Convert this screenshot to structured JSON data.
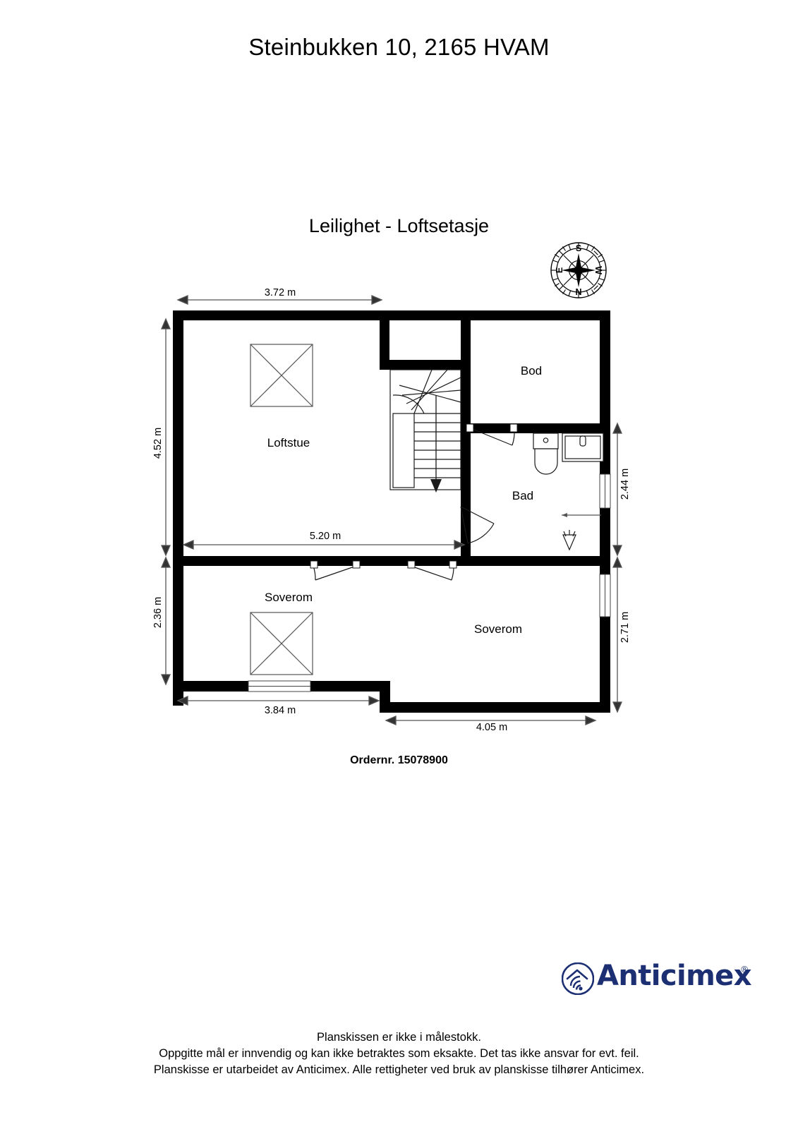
{
  "document": {
    "title": "Steinbukken 10, 2165 HVAM",
    "plan_title": "Leilighet - Loftsetasje",
    "order_number": "Ordernr. 15078900"
  },
  "compass": {
    "north_label": "N",
    "south_label": "S",
    "east_label": "E",
    "west_label": "W"
  },
  "rooms": [
    {
      "name": "Loftstue",
      "label": "Loftstue"
    },
    {
      "name": "Bod",
      "label": "Bod"
    },
    {
      "name": "Bad",
      "label": "Bad"
    },
    {
      "name": "Soverom 1",
      "label": "Soverom"
    },
    {
      "name": "Soverom 2",
      "label": "Soverom"
    }
  ],
  "dimensions": {
    "top_width": "3.72 m",
    "living_width": "5.20 m",
    "bedroom_left_width": "3.84 m",
    "bedroom_right_width": "4.05 m",
    "left_upper_height": "4.52 m",
    "left_lower_height": "2.36 m",
    "right_upper_height": "2.44 m",
    "right_lower_height": "2.71 m"
  },
  "brand": {
    "name": "Anticimex",
    "registered_mark": "®",
    "color": "#1b2f72"
  },
  "footer": {
    "line1": "Planskissen er ikke i målestokk.",
    "line2": "Oppgitte mål er innvendig og kan ikke betraktes som eksakte. Det tas ikke ansvar for evt. feil.",
    "line3": "Planskisse er utarbeidet av Anticimex. Alle rettigheter ved bruk av planskisse tilhører Anticimex."
  },
  "palette": {
    "wall": "#000000",
    "fixture_line": "#1a1a1a",
    "dimension_line": "#555555",
    "background": "#ffffff"
  }
}
